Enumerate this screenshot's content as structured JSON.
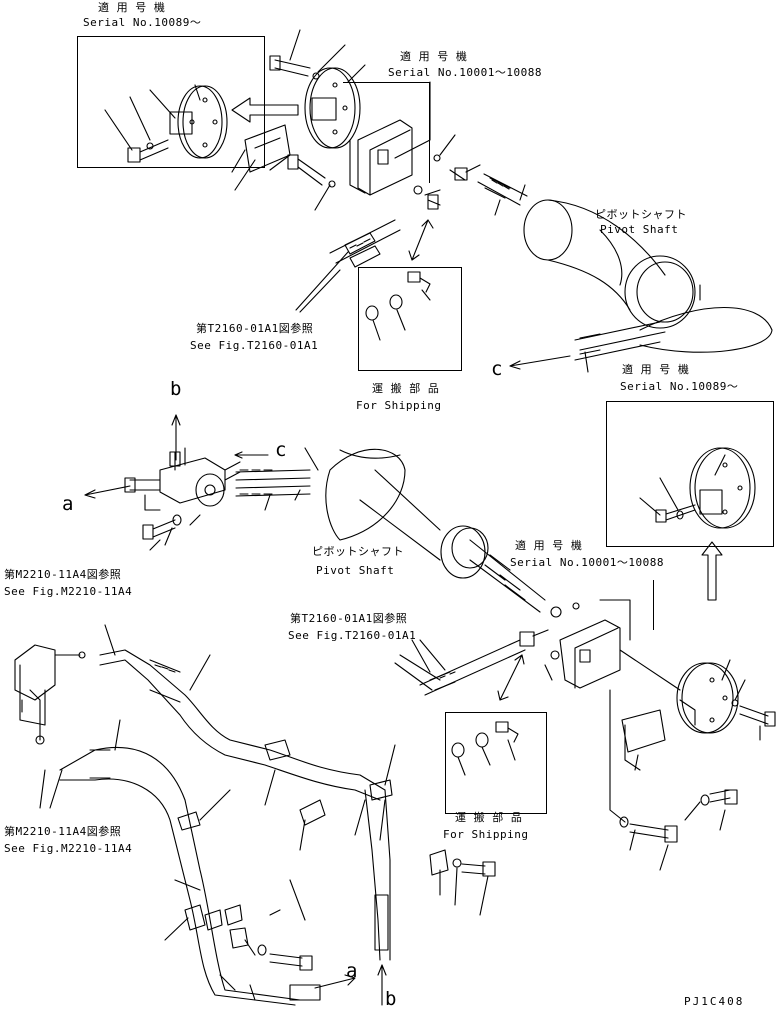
{
  "labels": {
    "applicable_model": "適 用 号 機",
    "serial_from_10089": "Serial No.10089～",
    "serial_10001_10088": "Serial No.10001～10088",
    "pivot_shaft_jp": "ピボットシャフト",
    "pivot_shaft_en": "Pivot Shaft",
    "see_fig_t2160_jp": "第T2160-01A1図参照",
    "see_fig_t2160_en": "See Fig.T2160-01A1",
    "see_fig_m2210_jp": "第M2210-11A4図参照",
    "see_fig_m2210_en": "See Fig.M2210-11A4",
    "for_shipping_jp": "運 搬 部 品",
    "for_shipping_en": "For Shipping",
    "ref_a": "a",
    "ref_b": "b",
    "ref_c": "c",
    "drawing_code": "PJ1C408"
  }
}
